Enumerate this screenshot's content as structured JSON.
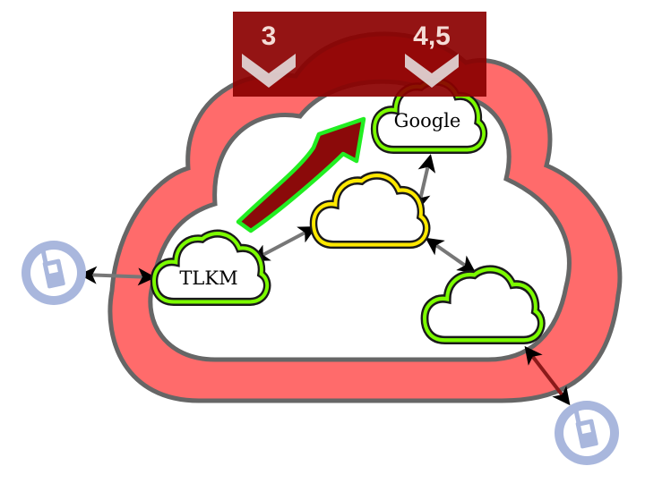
{
  "diagram": {
    "steps": [
      {
        "id": "step-1",
        "label": "3"
      },
      {
        "id": "step-2",
        "label": "4,5"
      }
    ],
    "nodes": [
      {
        "id": "google",
        "label": "Google",
        "outline_color": "#7CFC00"
      },
      {
        "id": "center",
        "label": "",
        "outline_color": "#FFE800"
      },
      {
        "id": "tlkm",
        "label": "TLKM",
        "outline_color": "#7CFC00"
      },
      {
        "id": "right",
        "label": "",
        "outline_color": "#7CFC00"
      }
    ],
    "endpoints": [
      {
        "id": "left-phone",
        "icon": "mobile-phone-icon"
      },
      {
        "id": "right-phone",
        "icon": "mobile-phone-icon"
      }
    ],
    "links": [
      {
        "from": "left-phone",
        "to": "tlkm",
        "bidirectional": true
      },
      {
        "from": "tlkm",
        "to": "center",
        "bidirectional": true
      },
      {
        "from": "center",
        "to": "google",
        "bidirectional": true
      },
      {
        "from": "center",
        "to": "right",
        "bidirectional": true
      },
      {
        "from": "right",
        "to": "right-phone",
        "bidirectional": true
      }
    ],
    "flow_arrow": {
      "from": "tlkm",
      "to": "google"
    },
    "colors": {
      "outer_cloud_fill": "#FF6B6B",
      "outer_cloud_stroke": "#666666",
      "banner": "#8B0000",
      "flow_arrow_fill": "#8B0A0A",
      "flow_arrow_stroke": "#22EE22",
      "phone": "#A9B7DD",
      "link": "#777777"
    }
  }
}
